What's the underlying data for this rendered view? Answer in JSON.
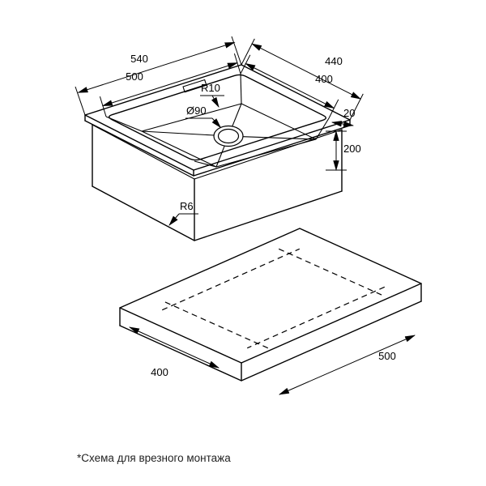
{
  "drawing": {
    "sink": {
      "labels": {
        "outer_length": "540",
        "bowl_length": "500",
        "outer_width": "440",
        "bowl_width": "400",
        "flange_width": "20",
        "depth": "200",
        "bowl_corner_radius": "R10",
        "drain_diameter": "Ø90",
        "bottom_corner_radius": "R6"
      }
    },
    "cutout": {
      "labels": {
        "width": "400",
        "length": "500"
      }
    }
  },
  "footnote": "*Схема для врезного монтажа",
  "colors": {
    "line": "#000000",
    "text": "#000000",
    "background": "#ffffff"
  }
}
